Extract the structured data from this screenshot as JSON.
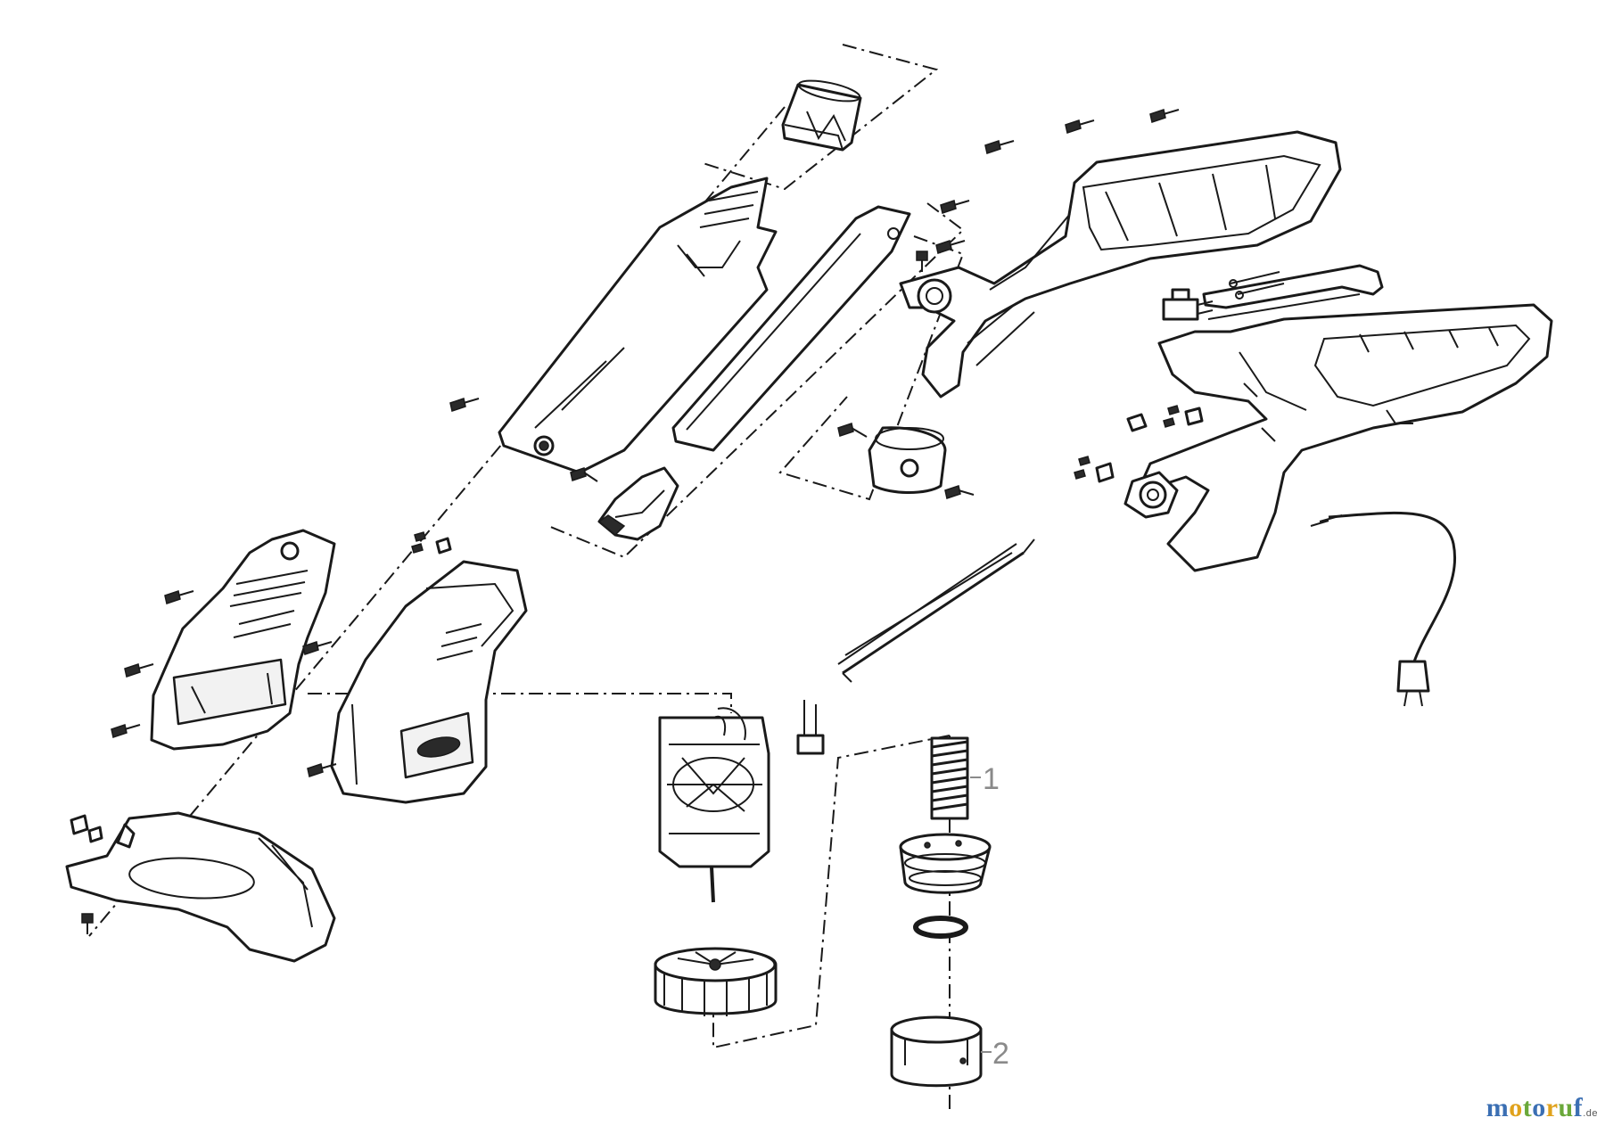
{
  "diagram": {
    "callouts": [
      {
        "id": "1",
        "label": "1"
      },
      {
        "id": "2",
        "label": "2"
      }
    ]
  },
  "watermark": {
    "text_main": "motoruf",
    "text_suffix": ".de"
  },
  "colors": {
    "line": "#1a1a1a",
    "callout": "#8a8a8a",
    "watermark_blue": "#3b6fb3",
    "watermark_orange": "#e0a21c",
    "watermark_green": "#6aa83a"
  }
}
